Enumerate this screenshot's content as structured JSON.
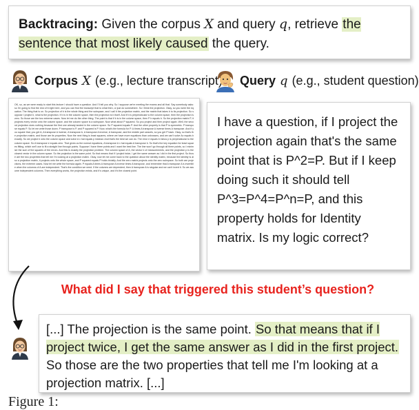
{
  "definition": {
    "label": "Backtracing:",
    "pre": "Given the corpus",
    "var_x": "X",
    "mid": "and query",
    "var_q": "q",
    "post": ", retrieve",
    "highlight": "the sentence that most likely caused",
    "end": "the query."
  },
  "corpus_header": {
    "label": "Corpus",
    "var": "X",
    "example": "(e.g., lecture transcript)"
  },
  "query_header": {
    "label": "Query",
    "var": "q",
    "example": "(e.g., student question)"
  },
  "corpus_text": "OK, so, as we were ready to start this lecture I should have a question. And I'll tell you why. So I suppose we're meeting the exams and all that. Say somebody asks: so I'm going to find the rest of it right here, and you can find the transcript that to what then, or just do somewhere. So I think the projection. Okay, so you were the equation. The thing that is on. So projection of b is the whole thing and the subspace, and I call it the projection matrix, and the matrix that takes b to its projection. So suppose I project b, what is the projection. If b is in the column space, then the projection is b itself. And if b is perpendicular to the column space, then the projection is zero. So those are the two extreme cases. Now let me do the other thing. The point is that if b is in the column space, then P b equals b. So the projection matrix P, it projects every vector onto the column space, and the column space is a subspace. Now what about P squared. So you project and then project again. Well, the second projection does nothing because the first one already landed in the column space. So P squared equals P. And the other property is that P is symmetric. P transpose equals P. So let me write those down. P transpose is P, and P squared is P. Now, what's the formula for P. A times A transpose A inverse times A transpose. And if you square that, you get A, A transpose A inverse, A transpose A, A transpose A inverse, A transpose, and the middle part cancels, so you get P back. Okay, so that's the projection matrix, and those are its properties. Now the next thing is least squares, where we have more equations than unknowns, and we can't solve Ax equals b exactly. So we project b onto the column space and solve A x hat equals p instead. And that's the best we can do. The error e equals b minus p is perpendicular to the column space. So A transpose e equals zero. That gives us the normal equations, A transpose A x hat equals A transpose b. So that's the key equation for least squares fitting, which we'll use to fit a straight line through points. Suppose I have three points and I want the best line. The line won't go through all three points, so I minimize the sum of the squares of the errors. And this is exactly the projection problem. The column space of A, the vector b of measurements, and the projection p is the closest vector in the column space. So the projection is the same point. So that means that if I project twice, I get the same answer as I did in the first project. So those are the two properties that tell me I'm looking at a projection matrix. Okay, now let me come back to the question about the identity matrix, because the identity is also a projection matrix, it projects onto the whole space, and P squared equals P holds trivially. And the zero matrix projects onto the zero subspace. So both are projections, the extreme cases. Now let me write the formula again. P equals A times A transpose A inverse times A transpose, and remember that A transpose A is invertible when the columns of A are independent. That's the condition we need. If the columns are dependent, then A transpose A is singular and we can't invert it. So we assume independent columns. Then everything works, the projection exists, and it's unique, and it's the closest point.",
  "query_text": "I have a question, if I project the projection again that's the same point that is P^2=P. But if I keep doing such it should tell P^3=P^4=P^n=P, and this property holds for Identity matrix. Is my logic correct?",
  "prompt_question": "What did I say that triggered this student’s question?",
  "answer": {
    "pre": "[...] The projection is the same point.",
    "highlight": "So that means that if I project twice, I get the same answer as I did in the first project.",
    "post": "So those are the two properties that tell me I'm looking at a projection matrix. [...]"
  },
  "caption": "Figure 1:"
}
